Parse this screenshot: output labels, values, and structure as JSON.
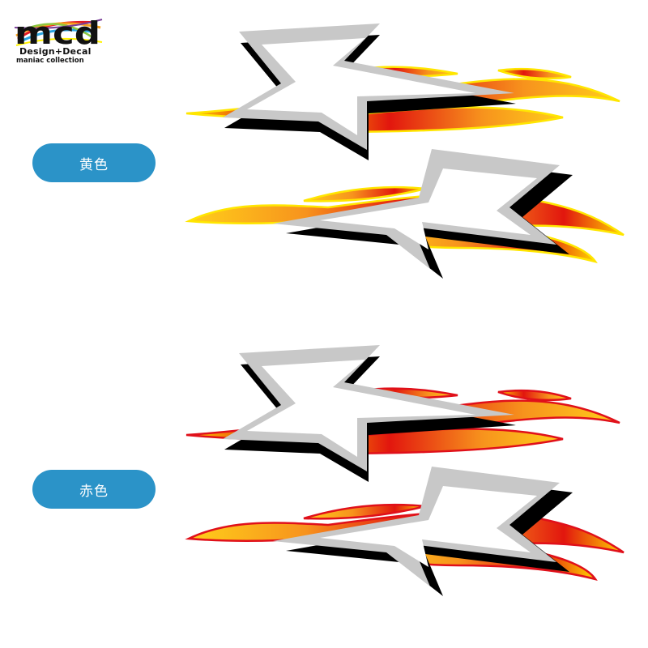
{
  "logo": {
    "mark_text": "mcd",
    "line1": "Design+Decal",
    "line2": "maniac collection"
  },
  "variants": [
    {
      "label": "黄色",
      "outline_color": "#ffe600",
      "icon": "star-flame-decal-icon"
    },
    {
      "label": "赤色",
      "outline_color": "#e0101a",
      "icon": "star-flame-decal-icon"
    }
  ],
  "colors": {
    "pill_bg": "#2b93c8",
    "star_fill": "#c8c8c8",
    "shadow": "#000000",
    "flame_red": "#e2160e",
    "flame_orange": "#f7931d",
    "flame_yellow": "#ffd400"
  }
}
